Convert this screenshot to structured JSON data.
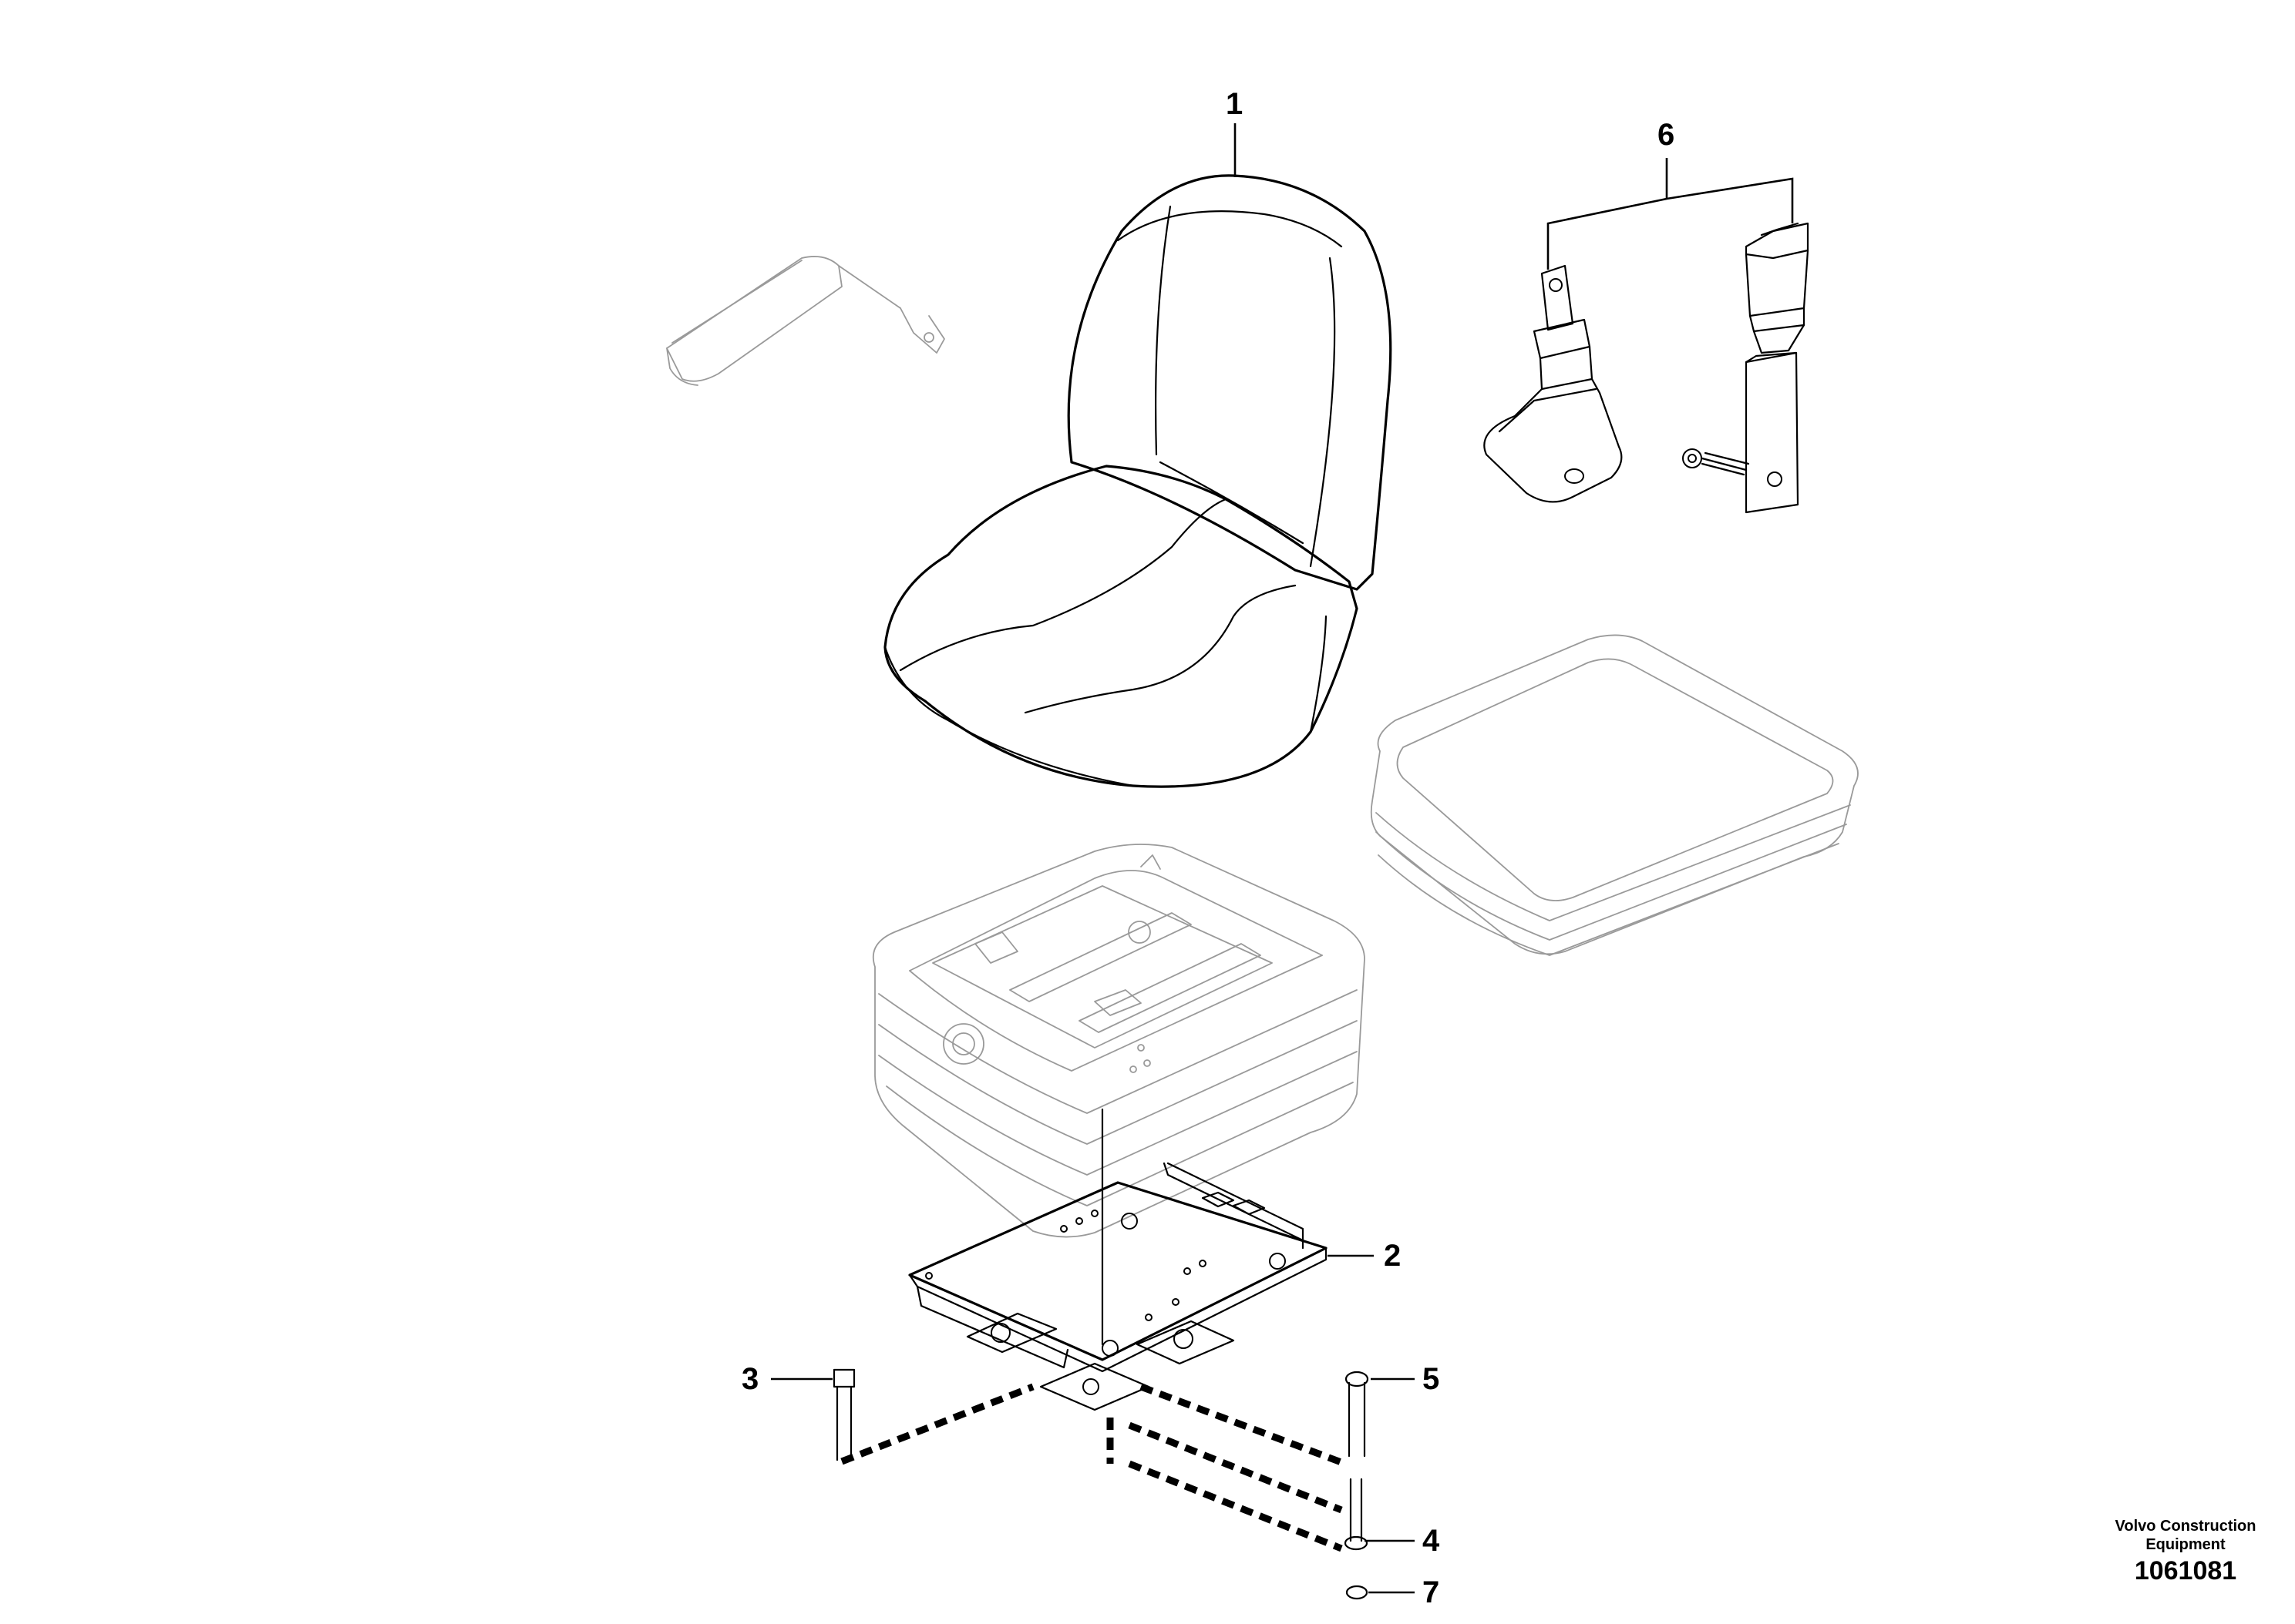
{
  "callouts": {
    "item1": "1",
    "item2": "2",
    "item3": "3",
    "item4": "4",
    "item5": "5",
    "item6": "6",
    "item7": "7"
  },
  "footer": {
    "maker_line1": "Volvo Construction",
    "maker_line2": "Equipment",
    "figure_number": "1061081"
  }
}
